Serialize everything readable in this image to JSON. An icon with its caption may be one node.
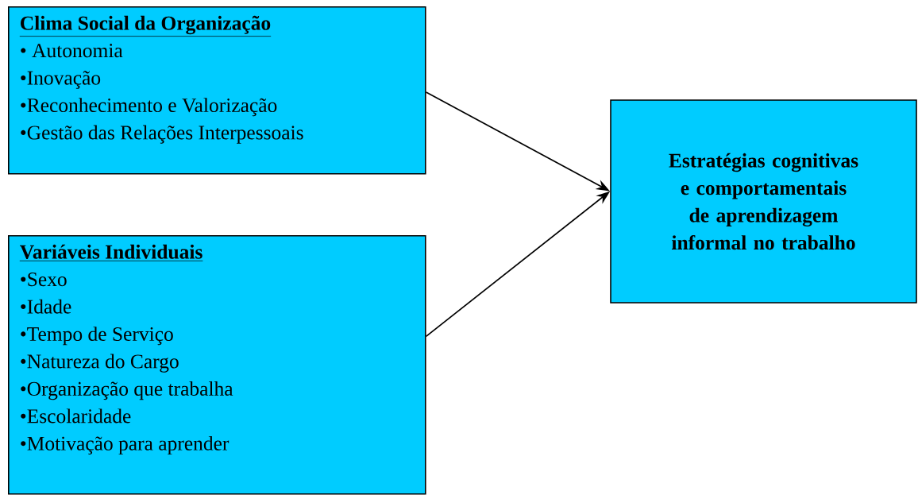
{
  "diagram": {
    "nodes": [
      {
        "text": [
          "Clima Social da Organização",
          "• Autonomia",
          "•Inovação",
          "•Reconhecimento e Valorização",
          "•Gestão das Relações Interpessoais"
        ]
      },
      {
        "text": [
          "Variáveis Individuais",
          "•Sexo",
          "•Idade",
          "•Tempo de Serviço",
          "•Natureza do Cargo",
          "•Organização que trabalha",
          "•Escolaridade",
          "•Motivação para aprender"
        ]
      },
      {
        "text": [
          "Estratégias cognitivas e comportamentais de aprendizagem informal no trabalho"
        ]
      }
    ],
    "edges": [
      {
        "from": 0,
        "to": 2,
        "arrow": "to"
      },
      {
        "from": 1,
        "to": 2,
        "arrow": "to"
      }
    ]
  }
}
